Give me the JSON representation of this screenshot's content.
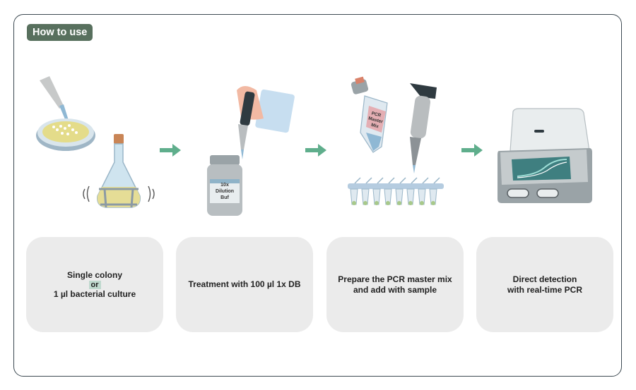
{
  "header": {
    "badge": "How to use"
  },
  "steps": [
    {
      "lines": [
        "Single colony",
        "or",
        "1 µl bacterial culture"
      ]
    },
    {
      "lines": [
        "Treatment with 100 µl 1x DB"
      ]
    },
    {
      "lines": [
        "Prepare the PCR master mix",
        "and add with sample"
      ]
    },
    {
      "lines": [
        "Direct detection",
        "with real-time PCR"
      ]
    }
  ],
  "labels": {
    "bottle": [
      "10x",
      "Dilution",
      "Buf"
    ],
    "tube": [
      "PCR",
      "Master",
      "Mix"
    ]
  },
  "colors": {
    "accent": "#58705e",
    "arrow": "#5fae8c",
    "card": "#ebebeb"
  }
}
